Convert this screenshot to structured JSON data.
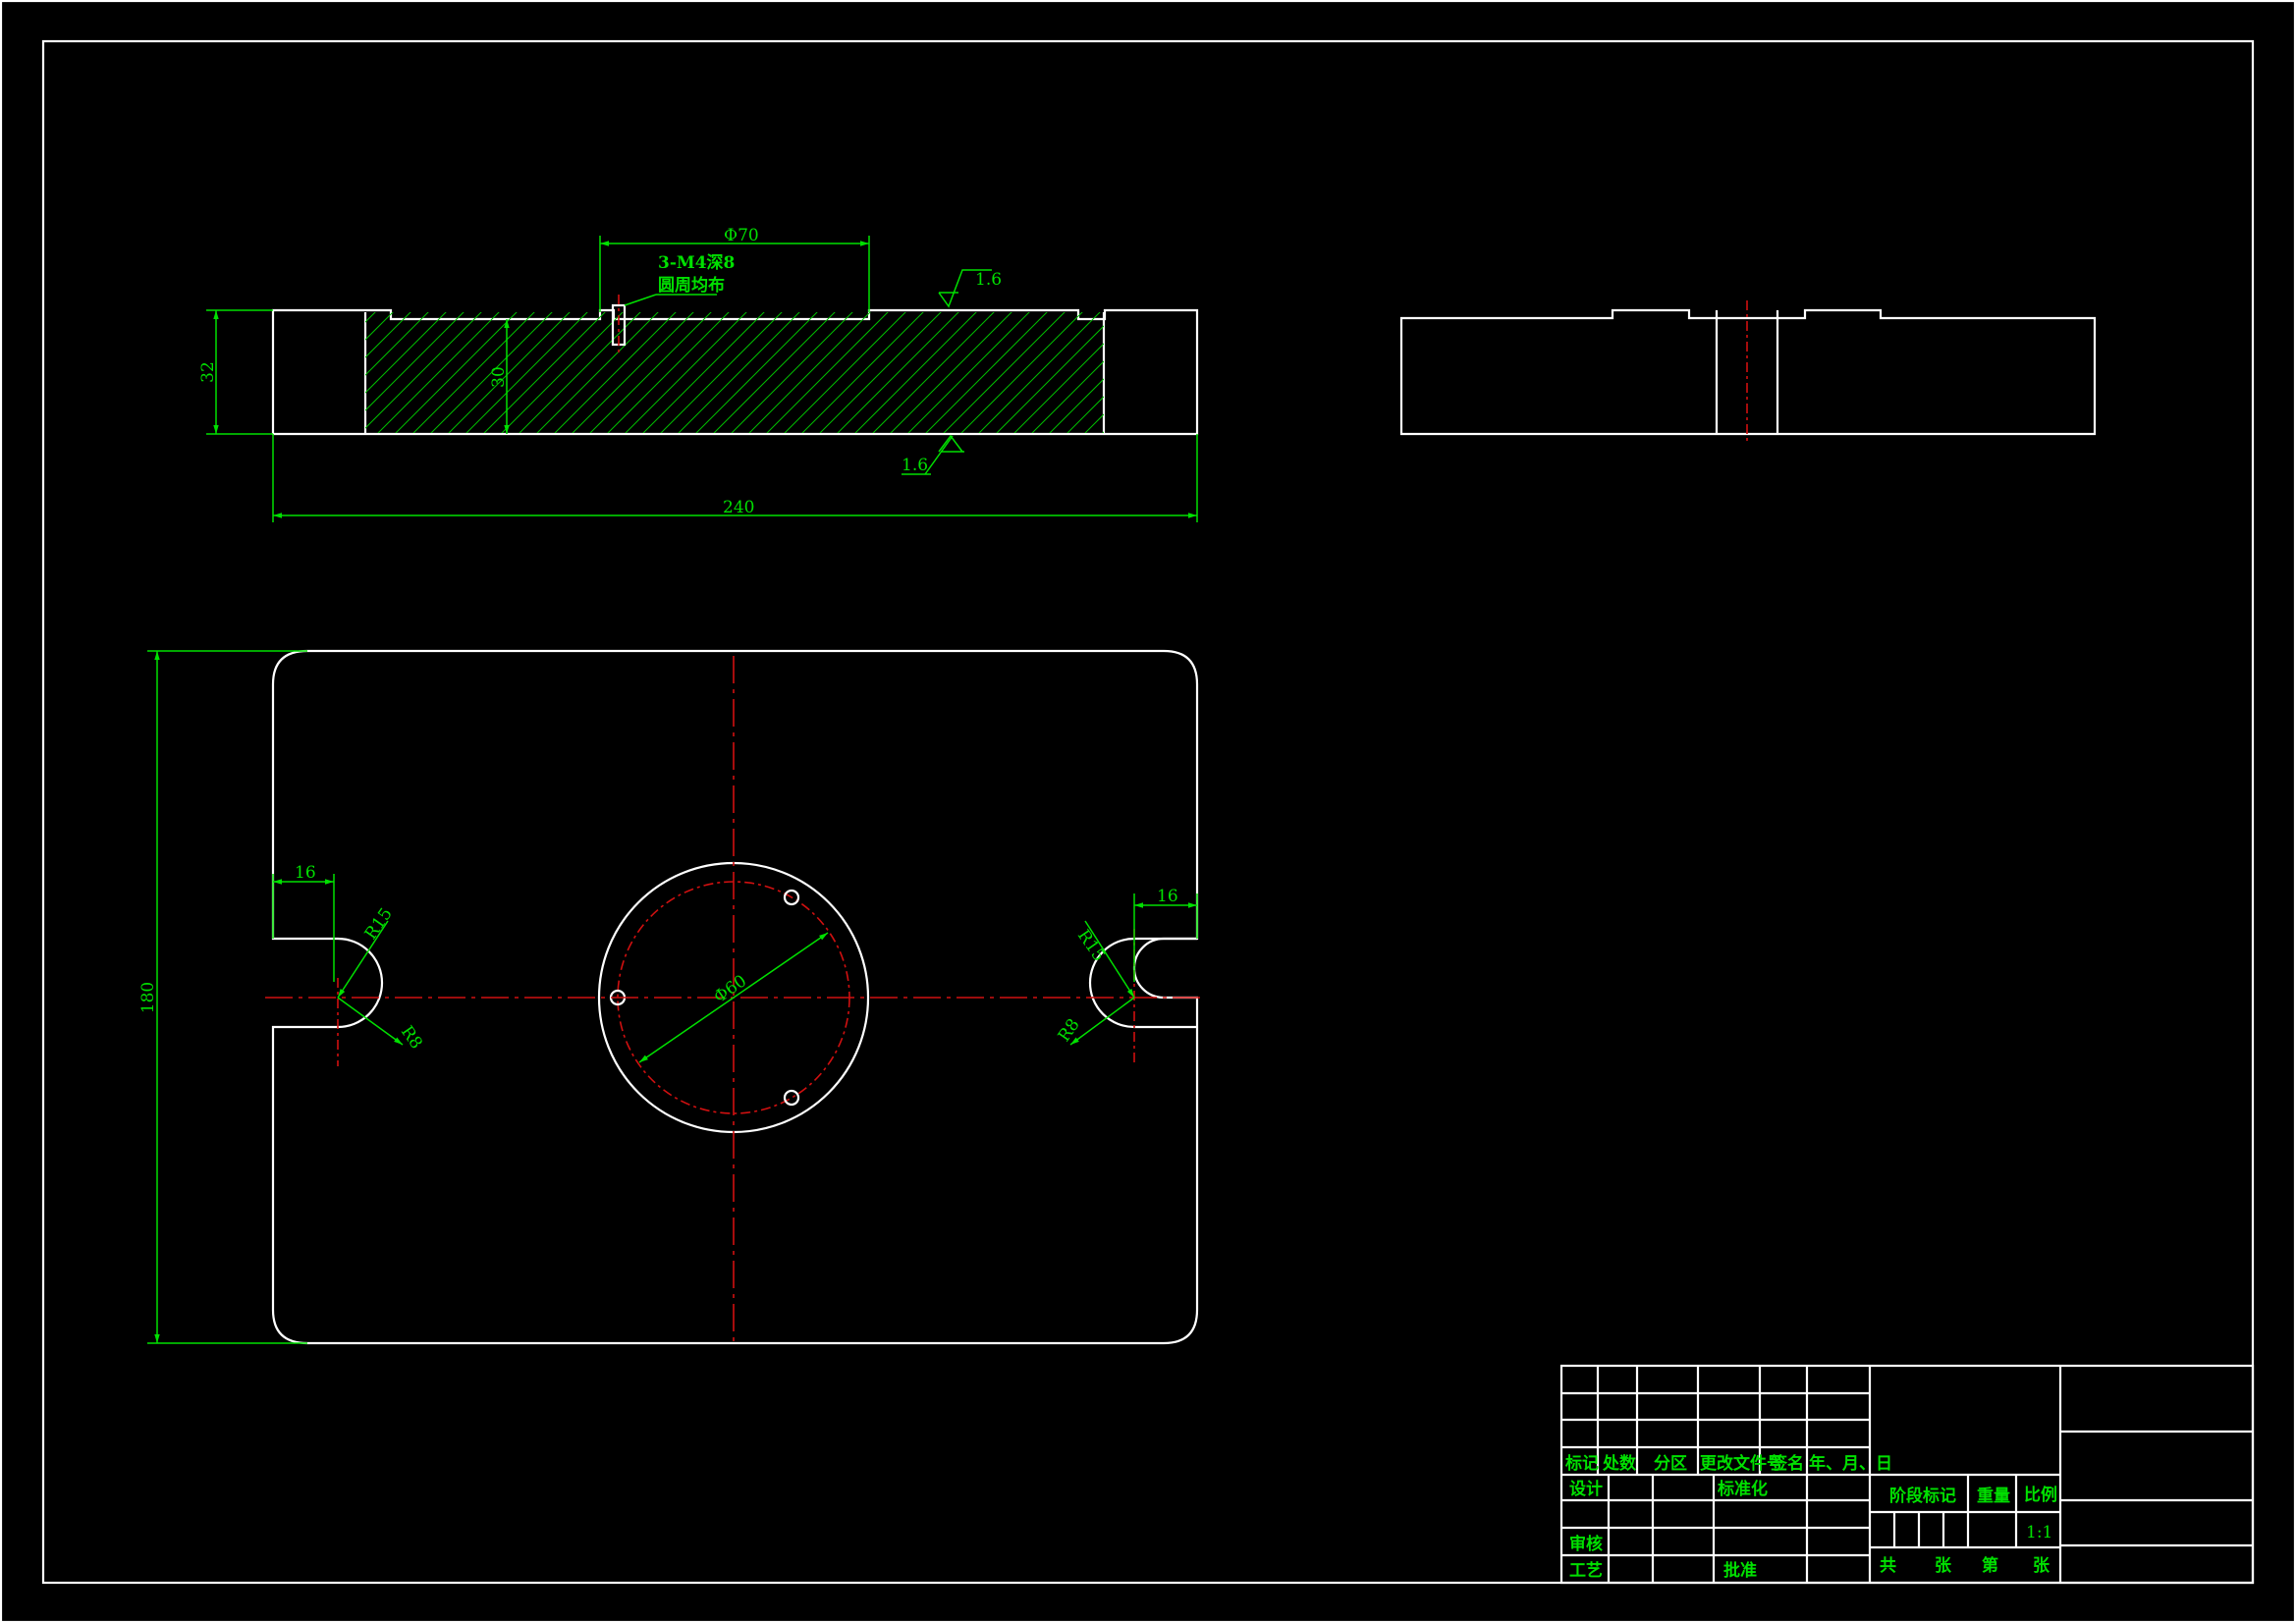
{
  "colors": {
    "background": "#000000",
    "geometry": "#ffffff",
    "dimension": "#00e000",
    "centerline": "#d01010"
  },
  "front_view": {
    "dim_phi70": "Ф70",
    "thread_note_line1": "3-M4深8",
    "thread_note_line2": "圆周均布",
    "roughness_top": "1.6",
    "roughness_bottom": "1.6",
    "dim_height_32": "32",
    "dim_height_30": "30",
    "dim_width_240": "240"
  },
  "plan_view": {
    "dim_height_180": "180",
    "dim_left_16": "16",
    "dim_right_16": "16",
    "dim_left_r15": "R15",
    "dim_right_r15": "R15",
    "dim_left_r8": "R8",
    "dim_right_r8": "R8",
    "dim_phi60": "Ф60"
  },
  "title_block": {
    "rev_marker": "标记",
    "rev_count": "处数",
    "rev_zone": "分区",
    "rev_docno": "更改文件号",
    "rev_sign": "签名",
    "rev_date": "年、月、日",
    "design": "设计",
    "standardize": "标准化",
    "review": "审核",
    "process": "工艺",
    "approve": "批准",
    "stage_mark": "阶段标记",
    "weight": "重量",
    "scale": "比例",
    "scale_value": "1:1",
    "total": "共",
    "sheets_a": "张",
    "sheet_no": "第",
    "sheets_b": "张"
  }
}
